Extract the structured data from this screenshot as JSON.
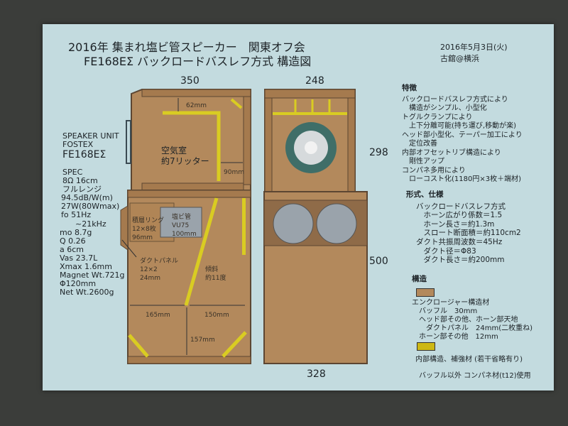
{
  "header": {
    "title_line1": "2016年 集まれ塩ビ管スピーカー　関東オフ会",
    "title_line2": "FE168EΣ バックロードバスレフ方式 構造図",
    "date": "2016年5月3日(火)",
    "author": "古舘@横浜"
  },
  "dimensions": {
    "side_width": "350",
    "front_width": "248",
    "head_height": "298",
    "body_height": "500",
    "bottom_width": "328"
  },
  "speaker_unit": {
    "label1": "SPEAKER UNIT",
    "label2": "FOSTEX",
    "model": "FE168EΣ",
    "spec_title": "SPEC",
    "spec": [
      "8Ω 16cm",
      "フルレンジ",
      "94.5dB/W(m)",
      "27W(80Wmax)",
      "fo 51Hz",
      "　　~21kHz",
      "mo 8.7g",
      "Q 0.26",
      "a 6cm",
      "Vas 23.7L",
      "Xmax 1.6mm",
      "Magnet Wt.721g",
      "Φ120mm",
      "Net Wt.2600g"
    ]
  },
  "side_view": {
    "dim_62": "62mm",
    "dim_90": "90mm",
    "air_chamber": "空気室",
    "air_volume": "約7リッター",
    "ring_label": [
      "積層リング",
      "12×8枚",
      "96mm"
    ],
    "pipe_label": [
      "塩ビ管",
      "VU75",
      "100mm"
    ],
    "duct_label": [
      "ダクトパネル",
      "12×2",
      "24mm"
    ],
    "slope_label": [
      "傾斜",
      "約11度"
    ],
    "dim_165": "165mm",
    "dim_150": "150mm",
    "dim_157": "157mm"
  },
  "features": {
    "title": "特徴",
    "lines": [
      "バックロードバスレフ方式により",
      "　構造がシンプル、小型化",
      "トグルクランプにより",
      "　上下分離可能(持ち運び,移動が楽)",
      "ヘッド部小型化、テーパー加工により",
      "　定位改善",
      "内部オフセットリブ構造により",
      "　剛性アップ",
      "コンパネ多用により",
      "　ローコスト化(1180円×3枚＋端材)"
    ]
  },
  "spec_form": {
    "title": "形式、仕様",
    "lines": [
      "バックロードバスレフ方式",
      "　ホーン広がり係数＝1.5",
      "　ホーン長さ＝約1.3m",
      "　スロート断面積＝約110cm2",
      "ダクト共振周波数＝45Hz",
      "　ダクト径＝Φ83",
      "　ダクト長さ＝約200mm"
    ]
  },
  "structure": {
    "title": "構造",
    "enclosure_lines": [
      "エンクロージャー構造材",
      "　バッフル　30mm",
      "　ヘッド部その他、ホーン部天地",
      "　　ダクトパネル　24mm(二枚重ね)",
      "　ホーン部その他　12mm"
    ],
    "internal": "内部構造、補強材 (若干省略有り)",
    "note": "バッフル以外 コンパネ材(t12)使用"
  },
  "colors": {
    "wood": "#b3895c",
    "edge": "#5c4632",
    "yellow": "#d9cc22",
    "green": "#3f6e68",
    "pipe": "#9aa3ab"
  }
}
